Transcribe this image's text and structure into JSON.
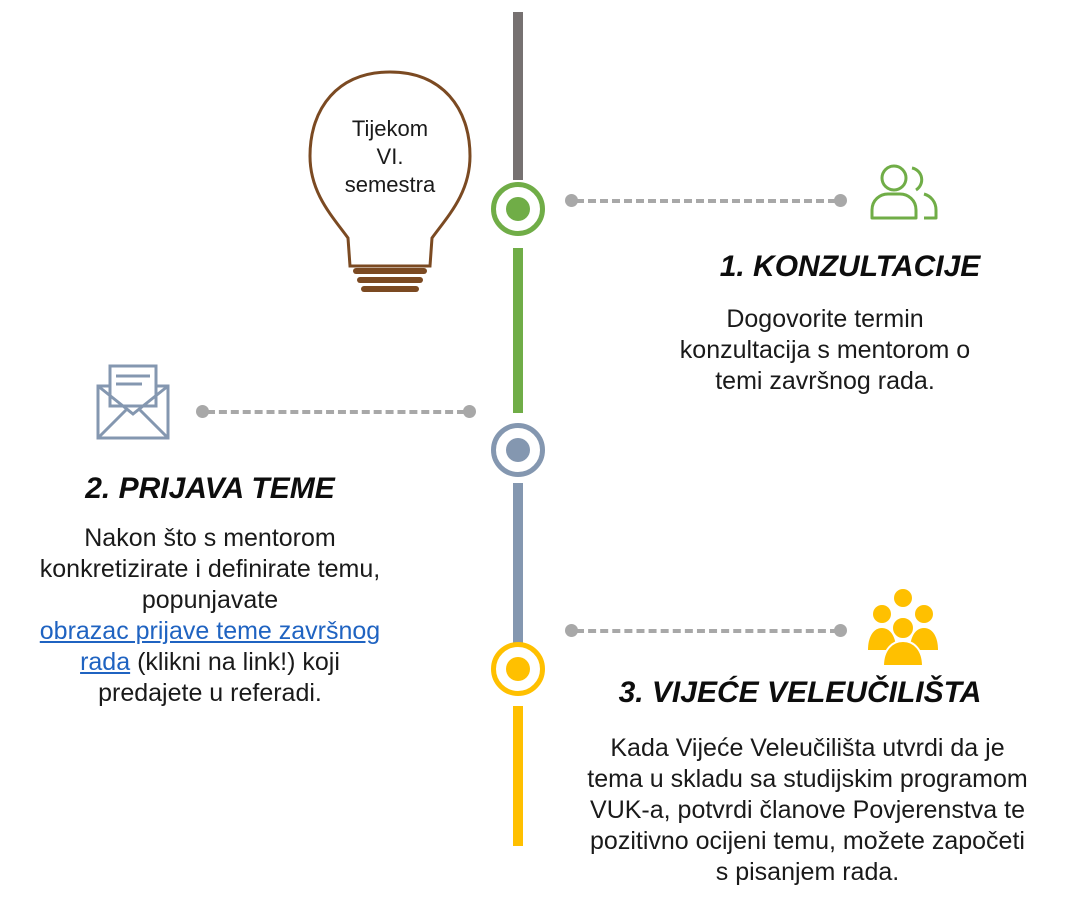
{
  "bulb": {
    "lines": [
      "Tijekom",
      "VI.",
      "semestra"
    ]
  },
  "steps": [
    {
      "title": "1. KONZULTACIJE",
      "lines": [
        "Dogovorite termin",
        "konzultacija s mentorom o",
        "temi završnog rada."
      ],
      "icon": "people-outline-icon",
      "color": "#70ad47"
    },
    {
      "title": "2. PRIJAVA TEME",
      "lines": [
        "Nakon što s mentorom",
        "konkretizirate i definirate temu,",
        "popunjavate"
      ],
      "link_text_1": "obrazac prijave teme završnog",
      "link_text_2": "rada",
      "after_link": " (klikni na link!) koji",
      "last_line": "predajete u referadi.",
      "icon": "envelope-icon",
      "color": "#8497b0"
    },
    {
      "title": "3. VIJEĆE VELEUČILIŠTA",
      "lines": [
        "Kada Vijeće Veleučilišta utvrdi da je",
        "tema u skladu sa studijskim programom",
        "VUK-a, potvrdi članove Povjerenstva te",
        "pozitivno ocijeni temu, možete započeti",
        "s pisanjem rada."
      ],
      "icon": "group-icon",
      "color": "#ffc000"
    }
  ],
  "colors": {
    "timeline_top": "#767171",
    "timeline_green": "#70ad47",
    "timeline_blue": "#8497b0",
    "timeline_yellow": "#ffc000",
    "bulb": "#7b4a22",
    "connector": "#a8a8a8",
    "link": "#1f63c1"
  }
}
